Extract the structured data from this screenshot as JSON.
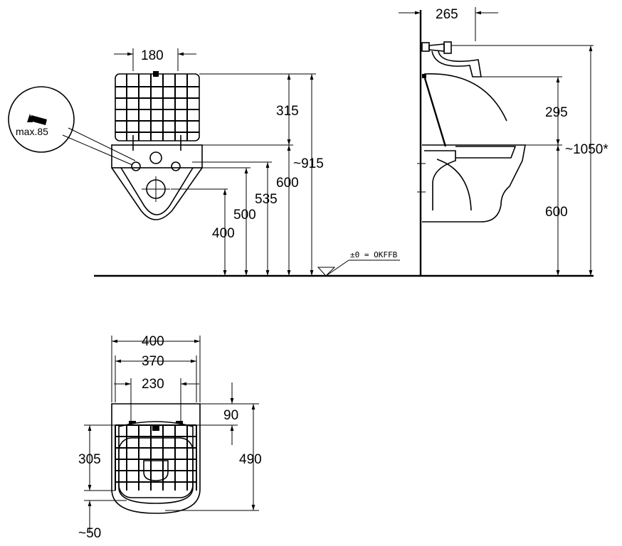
{
  "front_view": {
    "dims": {
      "d180": "180",
      "d315": "315",
      "d915": "~915",
      "d600": "600",
      "d535": "535",
      "d500": "500",
      "d400": "400"
    },
    "screw_label": "max.85"
  },
  "side_view": {
    "dims": {
      "d265": "265",
      "d295": "295",
      "d1050": "~1050*",
      "d600": "600"
    },
    "floor_label": "±0 = OKFFB"
  },
  "top_view": {
    "dims": {
      "d400": "400",
      "d370": "370",
      "d230": "230",
      "d90": "90",
      "d305": "305",
      "d490": "490",
      "d50": "~50"
    }
  }
}
